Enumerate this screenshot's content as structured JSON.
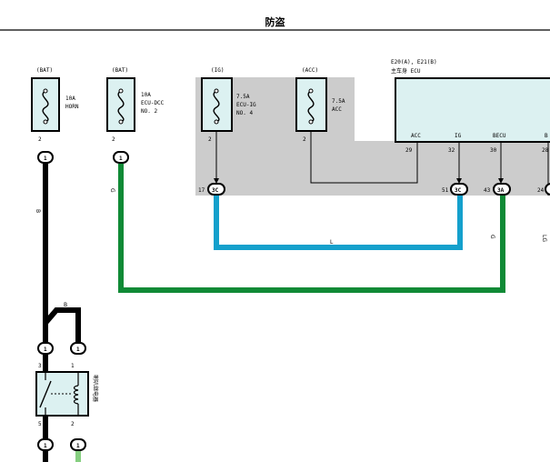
{
  "title": "防盗",
  "colors": {
    "black_wire": "#000000",
    "green_wire": "#108a36",
    "blue_wire": "#14a0cc",
    "light_green_wire": "#86cf80",
    "fuse_fill": "#dcf1f1",
    "ecu_fill": "#dcf1f1",
    "gray_area": "#cccccc"
  },
  "fuses": [
    {
      "id": "horn",
      "source": "(BAT)",
      "rating": "10A",
      "name1": "HORN",
      "name2": "",
      "pin": "2",
      "connector": "1"
    },
    {
      "id": "ecu-dcc",
      "source": "(BAT)",
      "rating": "10A",
      "name1": "ECU-DCC",
      "name2": "NO. 2",
      "pin": "2",
      "connector": "1"
    },
    {
      "id": "ecu-ig",
      "source": "(IG)",
      "rating": "7.5A",
      "name1": "ECU-IG",
      "name2": "NO. 4",
      "pin": "2",
      "connector": "3C"
    },
    {
      "id": "acc",
      "source": "(ACC)",
      "rating": "7.5A",
      "name1": "ACC",
      "name2": "",
      "pin": "2",
      "connector": ""
    }
  ],
  "connector_pins": {
    "ig_side": "17",
    "acc_in": "29",
    "ig_in": "32",
    "becu_in": "30",
    "b_in": "28",
    "ig_end": "51",
    "becu_end": "43",
    "b_end": "24"
  },
  "connector_labels": {
    "c3c_left": "3C",
    "c3c_right": "3C",
    "c3a": "3A",
    "relay_in1": "1",
    "relay_in2": "1",
    "relay_out1": "1",
    "relay_out2": "1"
  },
  "ecu": {
    "code": "E20(A), E21(B)",
    "name": "主车身 ECU",
    "pins": [
      "ACC",
      "IG",
      "BECU",
      "B"
    ]
  },
  "wire_colors": {
    "horn": "B",
    "ecu_dcc": "G",
    "ig": "L",
    "becu": "G",
    "b_right": "LG",
    "relay_branch": "B"
  },
  "relay": {
    "name": "喇叭继电器",
    "pin_top_left": "3",
    "pin_top_right": "1",
    "pin_bottom_left": "5",
    "pin_bottom_right": "2"
  }
}
